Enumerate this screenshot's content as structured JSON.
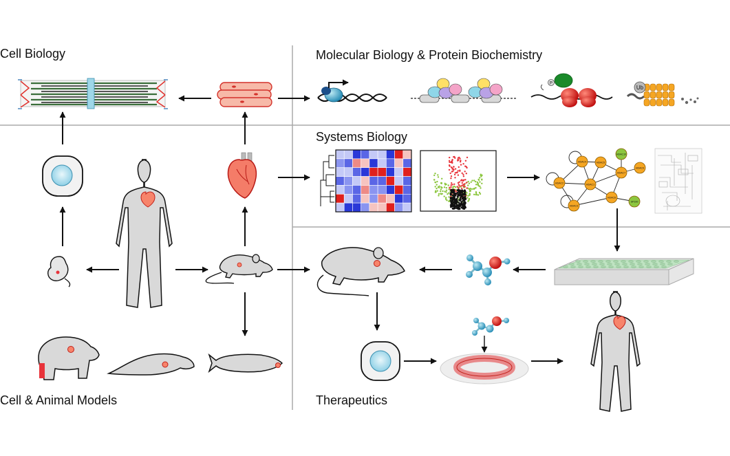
{
  "sections": {
    "cell_biology": "Cell Biology",
    "molecular_biology": "Molecular Biology & Protein Biochemistry",
    "systems_biology": "Systems Biology",
    "cell_animal_models": "Cell & Animal Models",
    "therapeutics": "Therapeutics"
  },
  "molecule_labels": {
    "phospho": "P",
    "ubiquitin": "Ub"
  },
  "network_nodes": [
    "HDAC4",
    "HDAC5",
    "HDAC7",
    "HDAC2",
    "HDAC1",
    "HDAC9",
    "HDAC3",
    "HDAC6",
    "SP100",
    "HDAC10"
  ],
  "colors": {
    "divider": "#aaaaaa",
    "tissue_red": "#e8333a",
    "heatmap_high": "#e0201e",
    "heatmap_low": "#2a38d8",
    "node_orange": "#f5a623",
    "node_green": "#8cc63f",
    "cell_blue": "#bfe6f2",
    "body_gray": "#d9d9d9"
  },
  "icons": [
    "myofibril-icon",
    "muscle-fibers-icon",
    "dna-transcription-icon",
    "chromatin-complex-icon",
    "phospho-signaling-icon",
    "proteasome-icon",
    "cell-icon",
    "human-body-icon",
    "heart-icon",
    "heatmap-icon",
    "volcano-plot-icon",
    "network-icon",
    "pathway-map-icon",
    "embryo-icon",
    "mouse-icon",
    "rat-icon",
    "small-molecule-icon",
    "well-plate-icon",
    "bear-icon",
    "seal-icon",
    "fish-icon",
    "engineered-tissue-icon"
  ]
}
